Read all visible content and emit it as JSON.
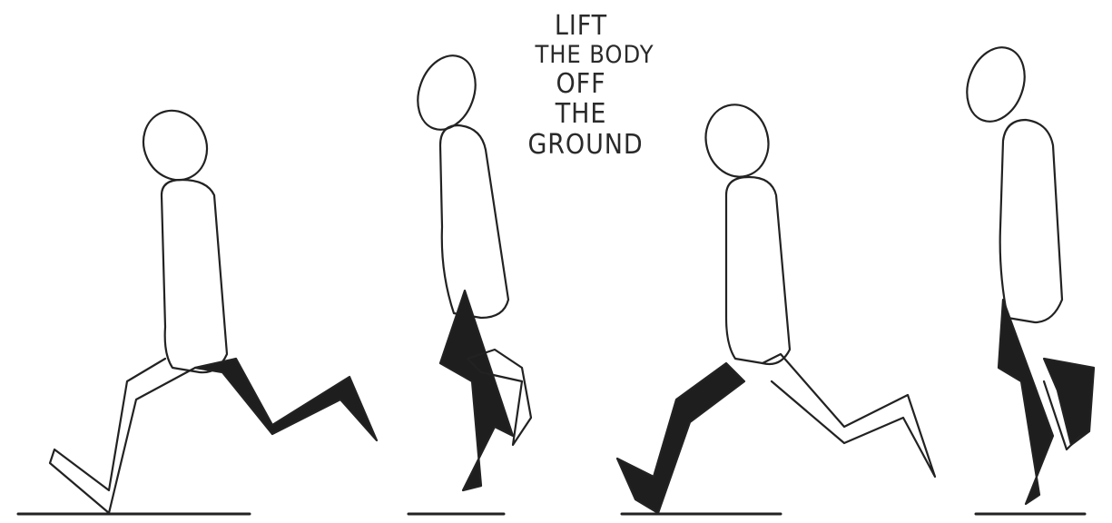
{
  "caption": {
    "lines": [
      "LIFT",
      "THE BODY",
      "OFF",
      "THE",
      "GROUND"
    ]
  },
  "colors": {
    "ink": "#222222",
    "shadow_fill": "#1e1e1e",
    "paper": "#ffffff"
  },
  "figures": [
    {
      "name": "figure-1",
      "pose": "stride-extended"
    },
    {
      "name": "figure-2",
      "pose": "passing-rising"
    },
    {
      "name": "figure-3",
      "pose": "stride-extended"
    },
    {
      "name": "figure-4",
      "pose": "passing-rising"
    }
  ]
}
